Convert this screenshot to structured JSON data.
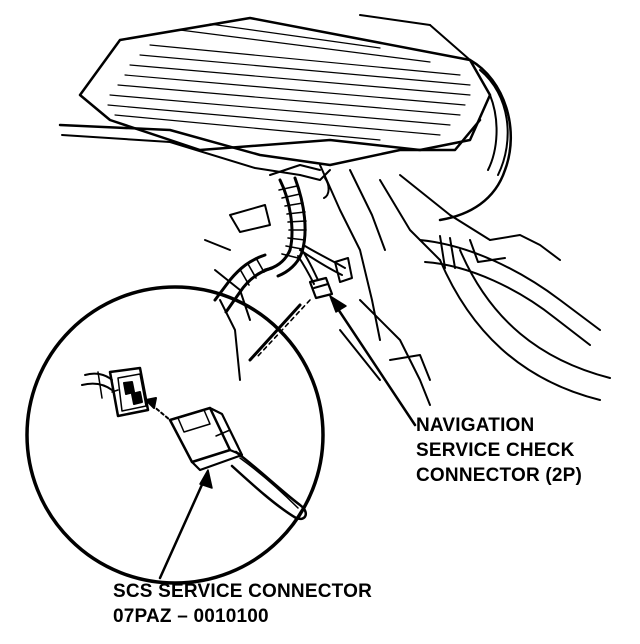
{
  "labels": {
    "navigation_connector": {
      "line1": "NAVIGATION",
      "line2": "SERVICE CHECK",
      "line3": "CONNECTOR (2P)"
    },
    "scs_connector": {
      "line1": "SCS SERVICE CONNECTOR",
      "line2": "07PAZ – 0010100"
    }
  },
  "colors": {
    "ink": "#000000",
    "paper": "#ffffff"
  }
}
